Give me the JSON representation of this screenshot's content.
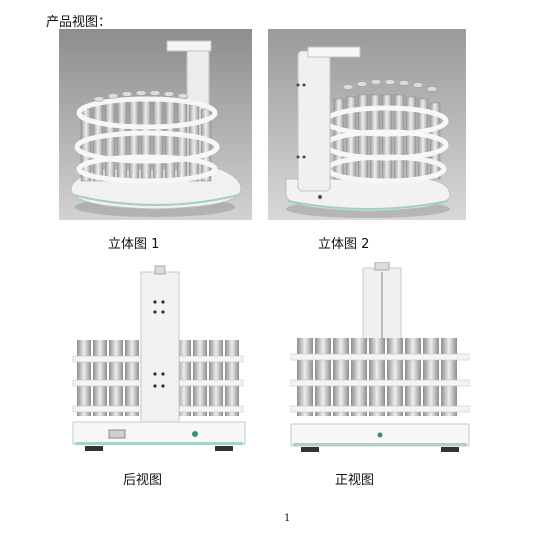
{
  "page_title": "产品视图：",
  "figures": [
    {
      "caption": "立体图 1"
    },
    {
      "caption": "立体图 2"
    },
    {
      "caption": "后视图"
    },
    {
      "caption": "正视图"
    }
  ],
  "page_number": "1"
}
